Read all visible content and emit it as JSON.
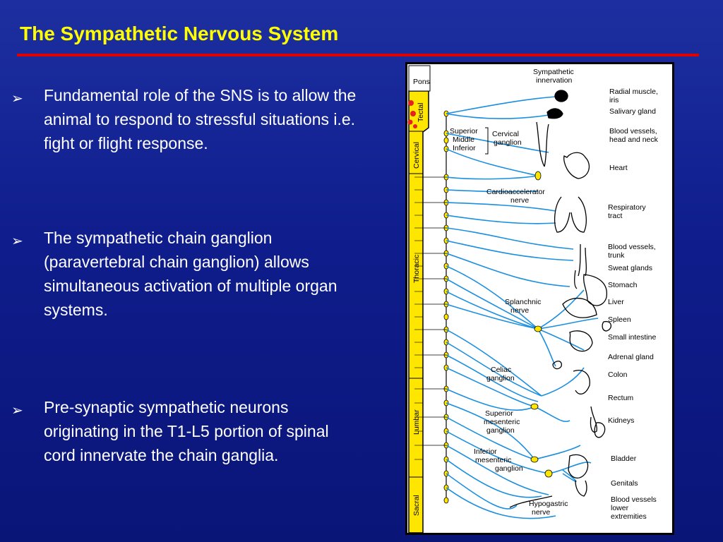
{
  "slide": {
    "title": "The Sympathetic Nervous System",
    "bullet_marker": "➢",
    "bullets": [
      "Fundamental role of the SNS is to allow the animal to respond to stressful situations i.e. fight or flight response.",
      "The sympathetic chain ganglion (paravertebral chain ganglion) allows simultaneous activation of multiple organ systems.",
      "Pre-synaptic sympathetic neurons originating in the T1-L5 portion of spinal cord innervate the chain ganglia."
    ]
  },
  "diagram": {
    "header": "Sympathetic innervation",
    "spine_regions": [
      "Pons",
      "Tectal",
      "Cervical",
      "Thoracic",
      "Lumbar",
      "Sacral"
    ],
    "ganglia_labels": {
      "superior": "Superior",
      "middle": "Middle",
      "inferior": "Inferior",
      "cervical": "Cervical ganglion",
      "cardioaccelerator": "Cardioaccelerator nerve",
      "splanchnic": "Splanchnic nerve",
      "celiac": "Celiac ganglion",
      "superior_mesenteric": "Superior mesenteric ganglion",
      "inferior_mesenteric": "Inferior mesenteric ganglion",
      "hypogastric": "Hypogastric nerve"
    },
    "targets": [
      "Radial muscle, iris",
      "Salivary gland",
      "Blood vessels, head and neck",
      "Heart",
      "Respiratory tract",
      "Blood vessels, trunk",
      "Sweat glands",
      "Stomach",
      "Liver",
      "Spleen",
      "Small intestine",
      "Adrenal gland",
      "Colon",
      "Rectum",
      "Kidneys",
      "Bladder",
      "Genitals",
      "Blood vessels lower extremities"
    ]
  },
  "colors": {
    "background": "#0f1d8c",
    "title": "#ffff00",
    "rule": "#e00000",
    "text": "#ffffff",
    "nerve": "#1a8fe0",
    "spine": "#ffe600",
    "ganglion": "#ffe600"
  }
}
